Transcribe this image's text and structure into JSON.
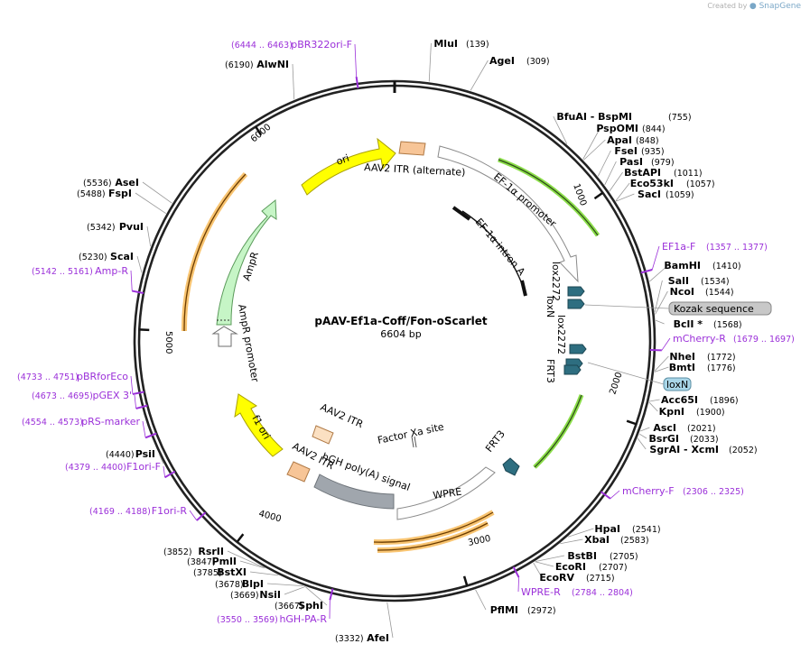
{
  "credit": {
    "prefix": "Created by",
    "brand": "SnapGene"
  },
  "plasmid": {
    "name": "pAAV-Ef1a-Coff/Fon-oScarlet",
    "size": "6604 bp"
  },
  "ticks": [
    {
      "label": "1000",
      "bp": 1000
    },
    {
      "label": "2000",
      "bp": 2000
    },
    {
      "label": "3000",
      "bp": 3000
    },
    {
      "label": "4000",
      "bp": 4000
    },
    {
      "label": "5000",
      "bp": 5000
    },
    {
      "label": "6000",
      "bp": 6000
    }
  ],
  "enzymes": [
    {
      "name": "MluI",
      "pos": "(139)",
      "bp": 139
    },
    {
      "name": "AgeI",
      "pos": "(309)",
      "bp": 309
    },
    {
      "name": "BfuAI - BspMI",
      "pos": "(755)",
      "bp": 755
    },
    {
      "name": "PspOMI",
      "pos": "(844)",
      "bp": 844
    },
    {
      "name": "ApaI",
      "pos": "(848)",
      "bp": 848
    },
    {
      "name": "FseI",
      "pos": "(935)",
      "bp": 935
    },
    {
      "name": "PasI",
      "pos": "(979)",
      "bp": 979
    },
    {
      "name": "BstAPI",
      "pos": "(1011)",
      "bp": 1011
    },
    {
      "name": "Eco53kI",
      "pos": "(1057)",
      "bp": 1057
    },
    {
      "name": "SacI",
      "pos": "(1059)",
      "bp": 1059
    },
    {
      "name": "BamHI",
      "pos": "(1410)",
      "bp": 1410
    },
    {
      "name": "SalI",
      "pos": "(1534)",
      "bp": 1534
    },
    {
      "name": "NcoI",
      "pos": "(1544)",
      "bp": 1544
    },
    {
      "name": "BclI *",
      "pos": "(1568)",
      "bp": 1568
    },
    {
      "name": "NheI",
      "pos": "(1772)",
      "bp": 1772
    },
    {
      "name": "BmtI",
      "pos": "(1776)",
      "bp": 1776
    },
    {
      "name": "Acc65I",
      "pos": "(1896)",
      "bp": 1896
    },
    {
      "name": "KpnI",
      "pos": "(1900)",
      "bp": 1900
    },
    {
      "name": "AscI",
      "pos": "(2021)",
      "bp": 2021
    },
    {
      "name": "BsrGI",
      "pos": "(2033)",
      "bp": 2033
    },
    {
      "name": "SgrAI - XcmI",
      "pos": "(2052)",
      "bp": 2052
    },
    {
      "name": "HpaI",
      "pos": "(2541)",
      "bp": 2541
    },
    {
      "name": "XbaI",
      "pos": "(2583)",
      "bp": 2583
    },
    {
      "name": "BstBI",
      "pos": "(2705)",
      "bp": 2705
    },
    {
      "name": "EcoRI",
      "pos": "(2707)",
      "bp": 2707
    },
    {
      "name": "EcoRV",
      "pos": "(2715)",
      "bp": 2715
    },
    {
      "name": "PflMI",
      "pos": "(2972)",
      "bp": 2972
    },
    {
      "name": "AfeI",
      "pos": "(3332)",
      "bp": 3332
    },
    {
      "name": "SphI",
      "pos": "(3667)",
      "bp": 3667
    },
    {
      "name": "NsiI",
      "pos": "(3669)",
      "bp": 3669
    },
    {
      "name": "BlpI",
      "pos": "(3678)",
      "bp": 3678
    },
    {
      "name": "BstXI",
      "pos": "(3785)",
      "bp": 3785
    },
    {
      "name": "PmlI",
      "pos": "(3847)",
      "bp": 3847
    },
    {
      "name": "RsrII",
      "pos": "(3852)",
      "bp": 3852
    },
    {
      "name": "PsiI",
      "pos": "(4440)",
      "bp": 4440
    },
    {
      "name": "ScaI",
      "pos": "(5230)",
      "bp": 5230
    },
    {
      "name": "PvuI",
      "pos": "(5342)",
      "bp": 5342
    },
    {
      "name": "FspI",
      "pos": "(5488)",
      "bp": 5488
    },
    {
      "name": "AseI",
      "pos": "(5536)",
      "bp": 5536
    },
    {
      "name": "AlwNI",
      "pos": "(6190)",
      "bp": 6190
    }
  ],
  "primers": [
    {
      "name": "pBR322ori-F",
      "range": "(6444 .. 6463)",
      "bp": 6453
    },
    {
      "name": "EF1a-F",
      "range": "(1357 .. 1377)",
      "bp": 1367
    },
    {
      "name": "mCherry-R",
      "range": "(1679 .. 1697)",
      "bp": 1688
    },
    {
      "name": "mCherry-F",
      "range": "(2306 .. 2325)",
      "bp": 2315
    },
    {
      "name": "WPRE-R",
      "range": "(2784 .. 2804)",
      "bp": 2794
    },
    {
      "name": "hGH-PA-R",
      "range": "(3550 .. 3569)",
      "bp": 3559
    },
    {
      "name": "F1ori-R",
      "range": "(4169 .. 4188)",
      "bp": 4178
    },
    {
      "name": "F1ori-F",
      "range": "(4379 .. 4400)",
      "bp": 4389
    },
    {
      "name": "pRS-marker",
      "range": "(4554 .. 4573)",
      "bp": 4563
    },
    {
      "name": "pGEX 3'",
      "range": "(4673 .. 4695)",
      "bp": 4684
    },
    {
      "name": "pBRforEco",
      "range": "(4733 .. 4751)",
      "bp": 4742
    },
    {
      "name": "Amp-R",
      "range": "(5142 .. 5161)",
      "bp": 5151
    }
  ],
  "features": [
    {
      "name": "ori",
      "color": "#ffff00"
    },
    {
      "name": "AAV2 ITR (alternate)",
      "color": "#f7c597"
    },
    {
      "name": "EF-1α promoter",
      "color": "#ffffff"
    },
    {
      "name": "EF-1α intron A",
      "color": "#000000"
    },
    {
      "name": "lox2272",
      "color": "#2e6e80"
    },
    {
      "name": "loxN",
      "color": "#2e6e80"
    },
    {
      "name": "lox2272",
      "color": "#2e6e80"
    },
    {
      "name": "FRT3",
      "color": "#2e6e80"
    },
    {
      "name": "FRT3",
      "color": "#2e6e80"
    },
    {
      "name": "WPRE",
      "color": "#ffffff"
    },
    {
      "name": "Factor Xa site",
      "color": "#000000"
    },
    {
      "name": "hGH poly(A) signal",
      "color": "#a0a6ad"
    },
    {
      "name": "AAV2 ITR",
      "color": "#f7c597"
    },
    {
      "name": "AAV2 ITR",
      "color": "#f7c597"
    },
    {
      "name": "f1 ori",
      "color": "#ffff00"
    },
    {
      "name": "AmpR",
      "color": "#c6f5c6"
    },
    {
      "name": "AmpR promoter",
      "color": "#ffffff"
    }
  ],
  "boxed_features": [
    {
      "name": "Kozak sequence",
      "color": "#c8c8c8"
    },
    {
      "name": "loxN",
      "color": "#a9d6e8"
    }
  ],
  "colors": {
    "enzyme": "#000000",
    "primer": "#9b30d9",
    "backbone": "#333333",
    "orf_outline_orange": "#f5b041",
    "orf_outline_green": "#7dd934"
  }
}
